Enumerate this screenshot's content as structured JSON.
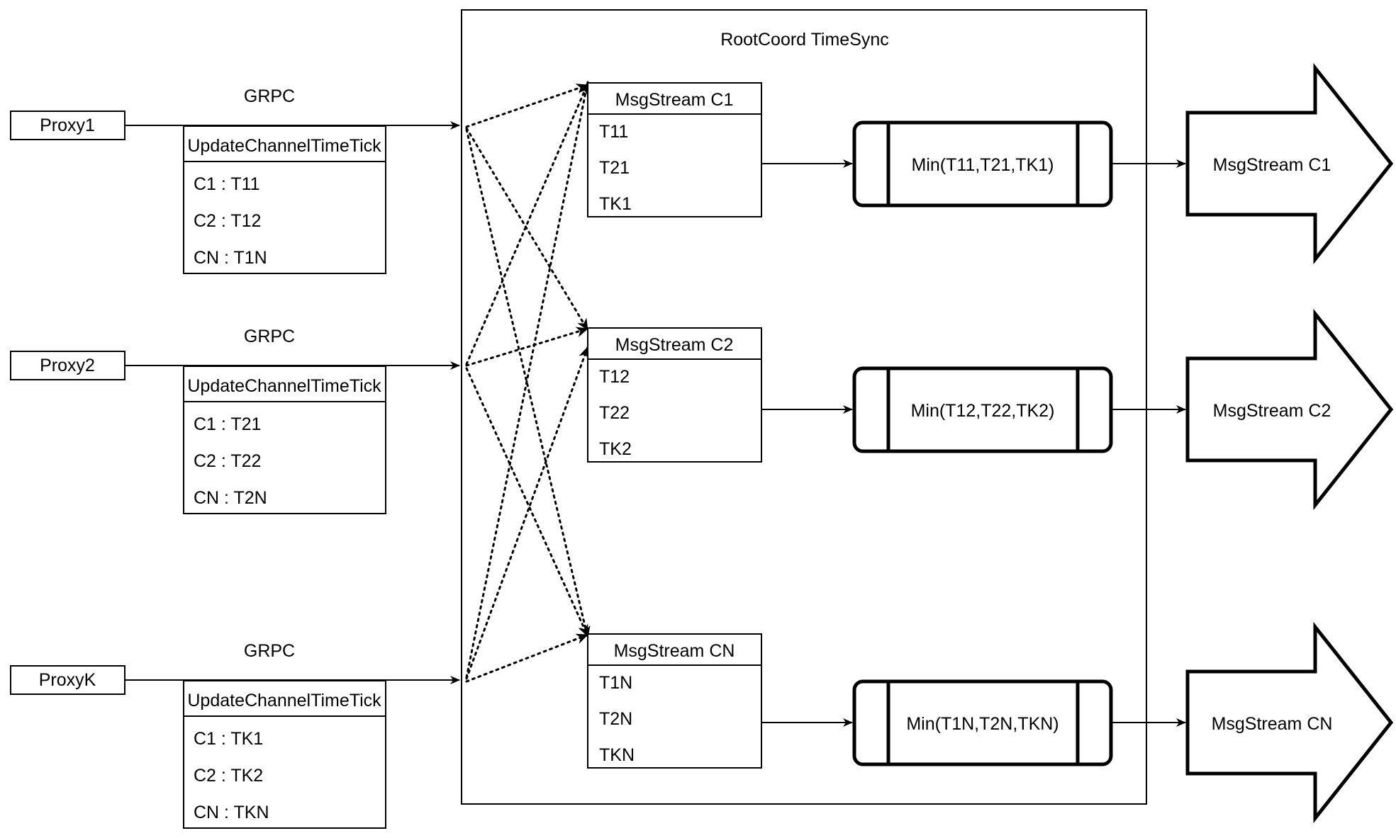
{
  "diagram": {
    "title": "RootCoord TimeSync",
    "container_label": "RootCoord TimeSync",
    "protocol_label": "GRPC",
    "request_name": "UpdateChannelTimeTick"
  },
  "proxies": [
    {
      "name": "Proxy1",
      "protocol": "GRPC",
      "request": "UpdateChannelTimeTick",
      "entries": [
        "C1 :  T11",
        "C2 :  T12",
        "CN : T1N"
      ]
    },
    {
      "name": "Proxy2",
      "protocol": "GRPC",
      "request": "UpdateChannelTimeTick",
      "entries": [
        "C1 :  T21",
        "C2 :  T22",
        "CN : T2N"
      ]
    },
    {
      "name": "ProxyK",
      "protocol": "GRPC",
      "request": "UpdateChannelTimeTick",
      "entries": [
        "C1 :  TK1",
        "C2 :  TK2",
        "CN : TKN"
      ]
    }
  ],
  "channels": [
    {
      "stream_title": "MsgStream C1",
      "ticks": [
        "T11",
        "T21",
        "TK1"
      ],
      "min_label": "Min(T11,T21,TK1)",
      "output_label": "MsgStream C1"
    },
    {
      "stream_title": "MsgStream C2",
      "ticks": [
        "T12",
        "T22",
        "TK2"
      ],
      "min_label": "Min(T12,T22,TK2)",
      "output_label": "MsgStream C2"
    },
    {
      "stream_title": "MsgStream CN",
      "ticks": [
        "T1N",
        "T2N",
        "TKN"
      ],
      "min_label": "Min(T1N,T2N,TKN)",
      "output_label": "MsgStream CN"
    }
  ],
  "colors": {
    "stroke": "#000000",
    "fill": "#ffffff",
    "background": "#ffffff"
  }
}
